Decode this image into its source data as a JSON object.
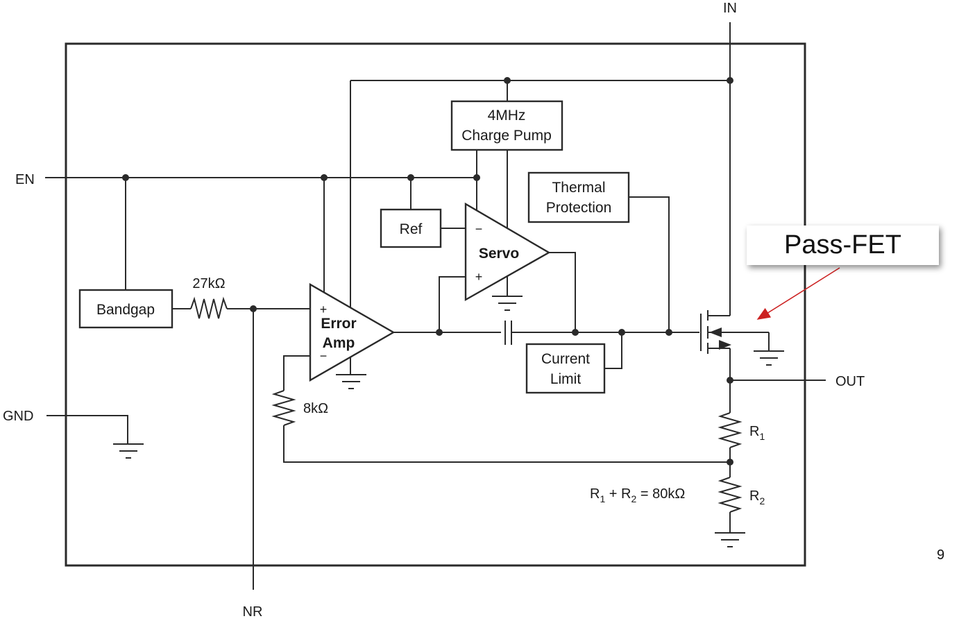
{
  "pins": {
    "in": "IN",
    "en": "EN",
    "gnd": "GND",
    "nr": "NR",
    "out": "OUT"
  },
  "blocks": {
    "charge_pump_line1": "4MHz",
    "charge_pump_line2": "Charge Pump",
    "thermal_line1": "Thermal",
    "thermal_line2": "Protection",
    "ref": "Ref",
    "servo": "Servo",
    "bandgap": "Bandgap",
    "error_amp_line1": "Error",
    "error_amp_line2": "Amp",
    "current_limit_line1": "Current",
    "current_limit_line2": "Limit"
  },
  "opamp_signs": {
    "servo_minus": "−",
    "servo_plus": "+",
    "err_plus": "+",
    "err_minus": "−"
  },
  "components": {
    "r27k": "27kΩ",
    "r8k": "8kΩ",
    "r1_main": "R",
    "r1_sub": "1",
    "r2_main": "R",
    "r2_sub": "2",
    "eq_r": "R",
    "eq_1": "1",
    "eq_plus": " + R",
    "eq_2": "2",
    "eq_value": " = 80kΩ"
  },
  "callout": {
    "label": "Pass-FET",
    "arrow_color": "#cc2222"
  },
  "page_number": "9"
}
